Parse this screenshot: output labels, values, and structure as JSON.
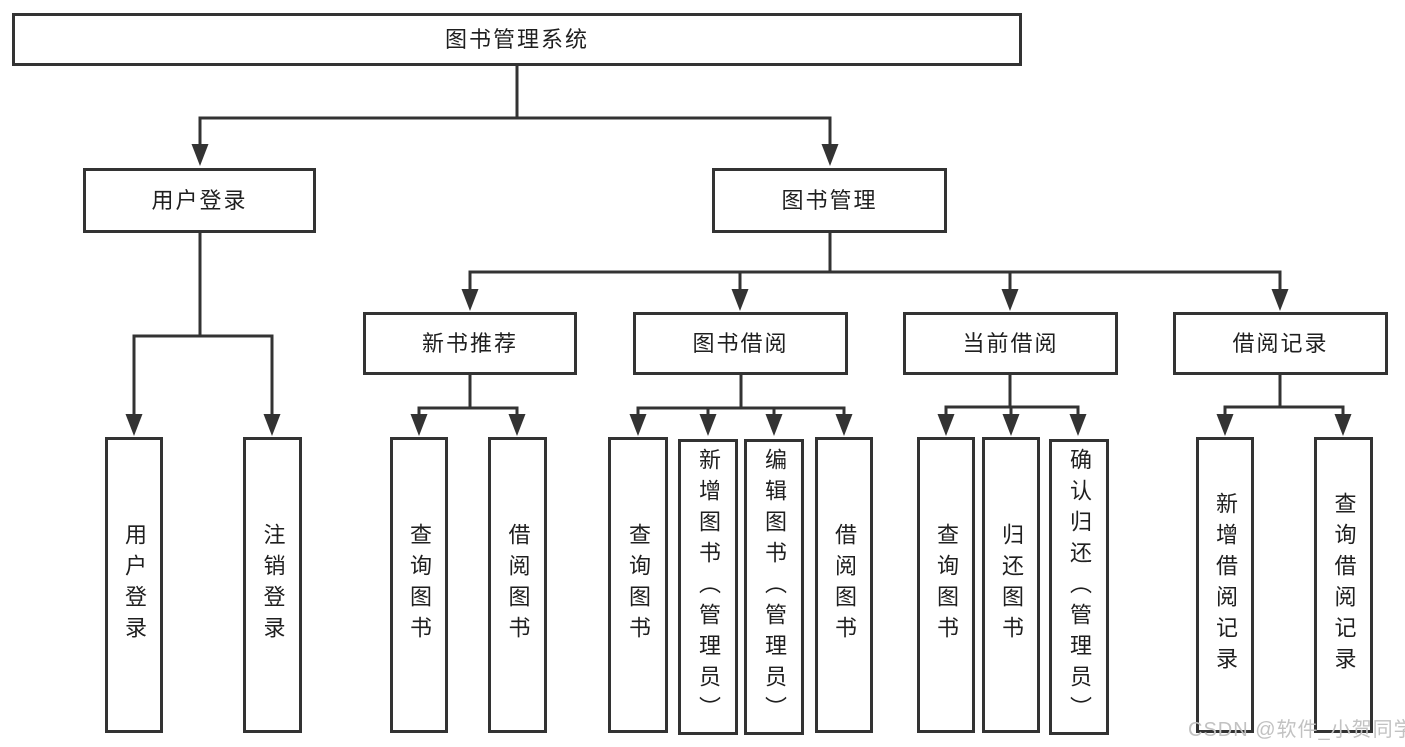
{
  "diagram": {
    "root": {
      "label": "图书管理系统"
    },
    "branches": [
      {
        "label": "用户登录",
        "leaves": [
          {
            "label": "用户登录"
          },
          {
            "label": "注销登录"
          }
        ]
      },
      {
        "label": "图书管理",
        "groups": [
          {
            "label": "新书推荐",
            "leaves": [
              {
                "label": "查询图书"
              },
              {
                "label": "借阅图书"
              }
            ]
          },
          {
            "label": "图书借阅",
            "leaves": [
              {
                "label": "查询图书"
              },
              {
                "label": "新增图书（管理员）"
              },
              {
                "label": "编辑图书（管理员）"
              },
              {
                "label": "借阅图书"
              }
            ]
          },
          {
            "label": "当前借阅",
            "leaves": [
              {
                "label": "查询图书"
              },
              {
                "label": "归还图书"
              },
              {
                "label": "确认归还（管理员）"
              }
            ]
          },
          {
            "label": "借阅记录",
            "leaves": [
              {
                "label": "新增借阅记录"
              },
              {
                "label": "查询借阅记录"
              }
            ]
          }
        ]
      }
    ]
  },
  "watermark": {
    "text": "CSDN @软件_小贺同学"
  },
  "colors": {
    "line": "#333333",
    "text": "#1f1f1f",
    "watermark": "#c2c2c2",
    "background": "#ffffff"
  }
}
